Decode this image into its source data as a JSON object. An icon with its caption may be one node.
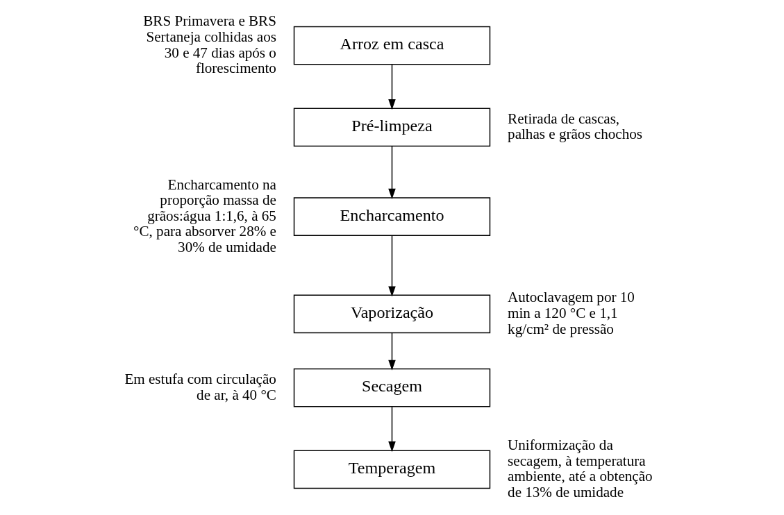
{
  "diagram": {
    "nodes": [
      {
        "text": [
          "Arroz em casca"
        ],
        "beside": [
          "BRS Primavera e BRS Sertaneja colhidas aos 30 e 47 dias após o florescimento"
        ]
      },
      {
        "text": [
          "Pré-limpeza"
        ],
        "beside": [
          "Retirada de cascas, palhas e grãos chochos"
        ]
      },
      {
        "text": [
          "Encharcamento"
        ],
        "beside": [
          "Encharcamento na proporção massa de grãos:água 1:1,6, à 65 °C, para absorver 28% e 30% de umidade"
        ]
      },
      {
        "text": [
          "Vaporização"
        ],
        "beside": [
          "Autoclavagem por 10 min a 120 °C e 1,1 kg/cm² de pressão"
        ]
      },
      {
        "text": [
          "Secagem"
        ],
        "beside": [
          "Em estufa com circulação de ar, à 40 °C"
        ]
      },
      {
        "text": [
          "Temperagem"
        ],
        "beside": [
          "Uniformização da secagem, à temperatura ambiente, até a obtenção de 13% de umidade"
        ]
      }
    ],
    "edges": [
      {
        "from": 0,
        "to": 1,
        "arrow": "to"
      },
      {
        "from": 1,
        "to": 2,
        "arrow": "to"
      },
      {
        "from": 2,
        "to": 3,
        "arrow": "to"
      },
      {
        "from": 3,
        "to": 4,
        "arrow": "to"
      },
      {
        "from": 4,
        "to": 5,
        "arrow": "to"
      }
    ]
  }
}
